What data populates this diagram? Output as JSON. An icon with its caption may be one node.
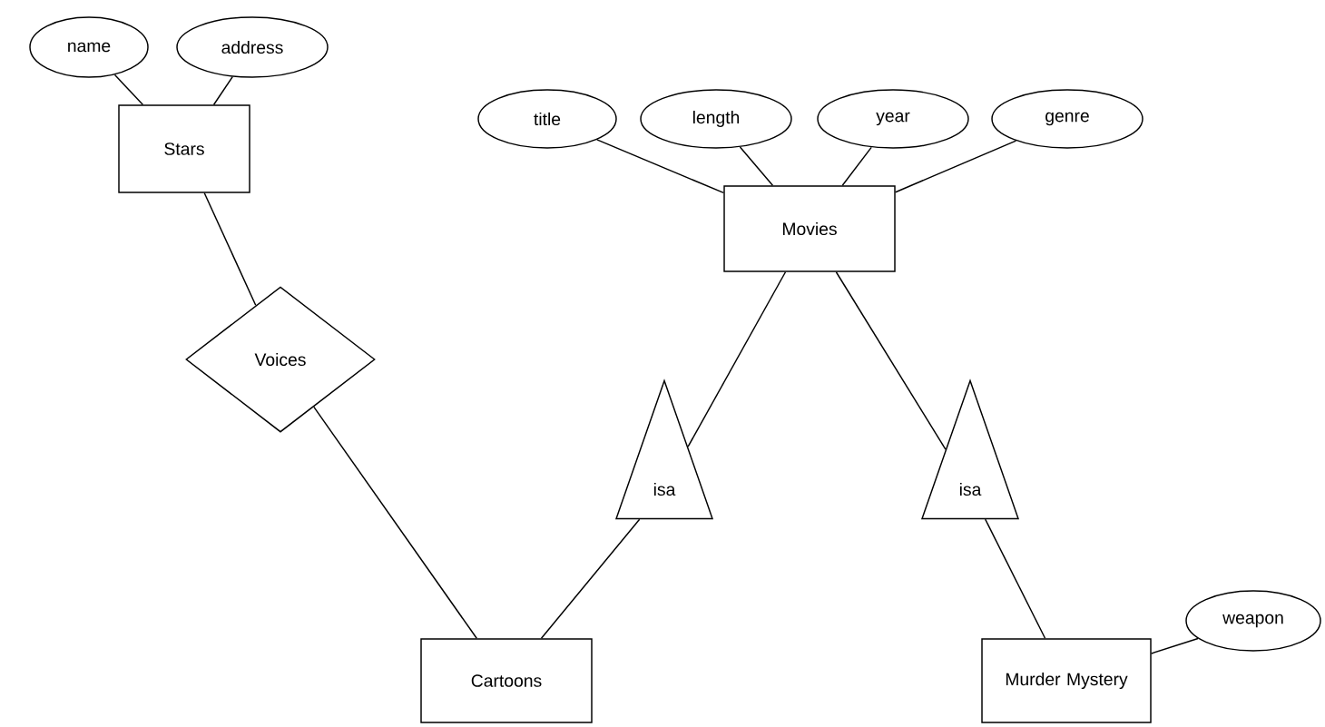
{
  "diagram": {
    "nodes": [
      {
        "text": [
          "name"
        ]
      },
      {
        "text": [
          "address"
        ]
      },
      {
        "text": [
          "Stars"
        ]
      },
      {
        "text": [
          "title"
        ]
      },
      {
        "text": [
          "length"
        ]
      },
      {
        "text": [
          "year"
        ]
      },
      {
        "text": [
          "genre"
        ]
      },
      {
        "text": [
          "Movies"
        ]
      },
      {
        "text": [
          "Voices"
        ]
      },
      {
        "text": [
          "isa"
        ]
      },
      {
        "text": [
          "isa"
        ]
      },
      {
        "text": [
          "weapon"
        ]
      },
      {
        "text": [
          "Cartoons"
        ]
      },
      {
        "text": [
          "Murder Mystery"
        ]
      }
    ],
    "edges": [
      {
        "from": 0,
        "to": 2,
        "arrow": "none"
      },
      {
        "from": 1,
        "to": 2,
        "arrow": "none"
      },
      {
        "from": 3,
        "to": 7,
        "arrow": "none"
      },
      {
        "from": 4,
        "to": 7,
        "arrow": "none"
      },
      {
        "from": 5,
        "to": 7,
        "arrow": "none"
      },
      {
        "from": 6,
        "to": 7,
        "arrow": "none"
      },
      {
        "from": 2,
        "to": 8,
        "arrow": "none"
      },
      {
        "from": 8,
        "to": 12,
        "arrow": "none"
      },
      {
        "from": 7,
        "to": 9,
        "arrow": "none"
      },
      {
        "from": 9,
        "to": 12,
        "arrow": "none"
      },
      {
        "from": 7,
        "to": 10,
        "arrow": "none"
      },
      {
        "from": 10,
        "to": 13,
        "arrow": "none"
      },
      {
        "from": 13,
        "to": 11,
        "arrow": "none"
      }
    ]
  }
}
